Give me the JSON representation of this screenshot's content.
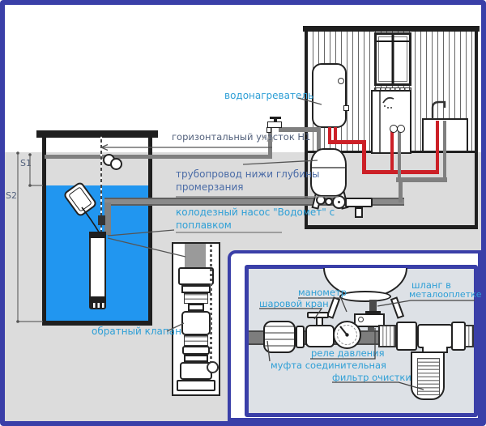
{
  "colors": {
    "frame": "#3A3FA8",
    "water": "#2196F0",
    "ground": "#DCDCDC",
    "pipe_cold": "#808080",
    "pipe_hot": "#CC2027",
    "label_cyan": "#2E9FD6",
    "label_slate": "#53617C",
    "label_blue": "#4A6BA6"
  },
  "labels": {
    "s1": "S1",
    "s2": "S2",
    "water_heater": "водонагреватель",
    "horizontal_section": "горизонтальный участок Н1",
    "pipeline_below_freezing_1": "трубопровод нижи глубины",
    "pipeline_below_freezing_2": "промерзания",
    "well_pump_1": "колодезный насос \"Водомет\" с",
    "well_pump_2": "поплавком",
    "check_valve": "обратный клапан"
  },
  "inset": {
    "labels": {
      "manometer": "манометр",
      "ball_valve": "шаровой кран",
      "hose_1": "шланг в",
      "hose_2": "металооплетке",
      "pressure_relay": "реле давления",
      "coupling": "муфта соединительная",
      "filter": "фильтр очистки"
    }
  }
}
